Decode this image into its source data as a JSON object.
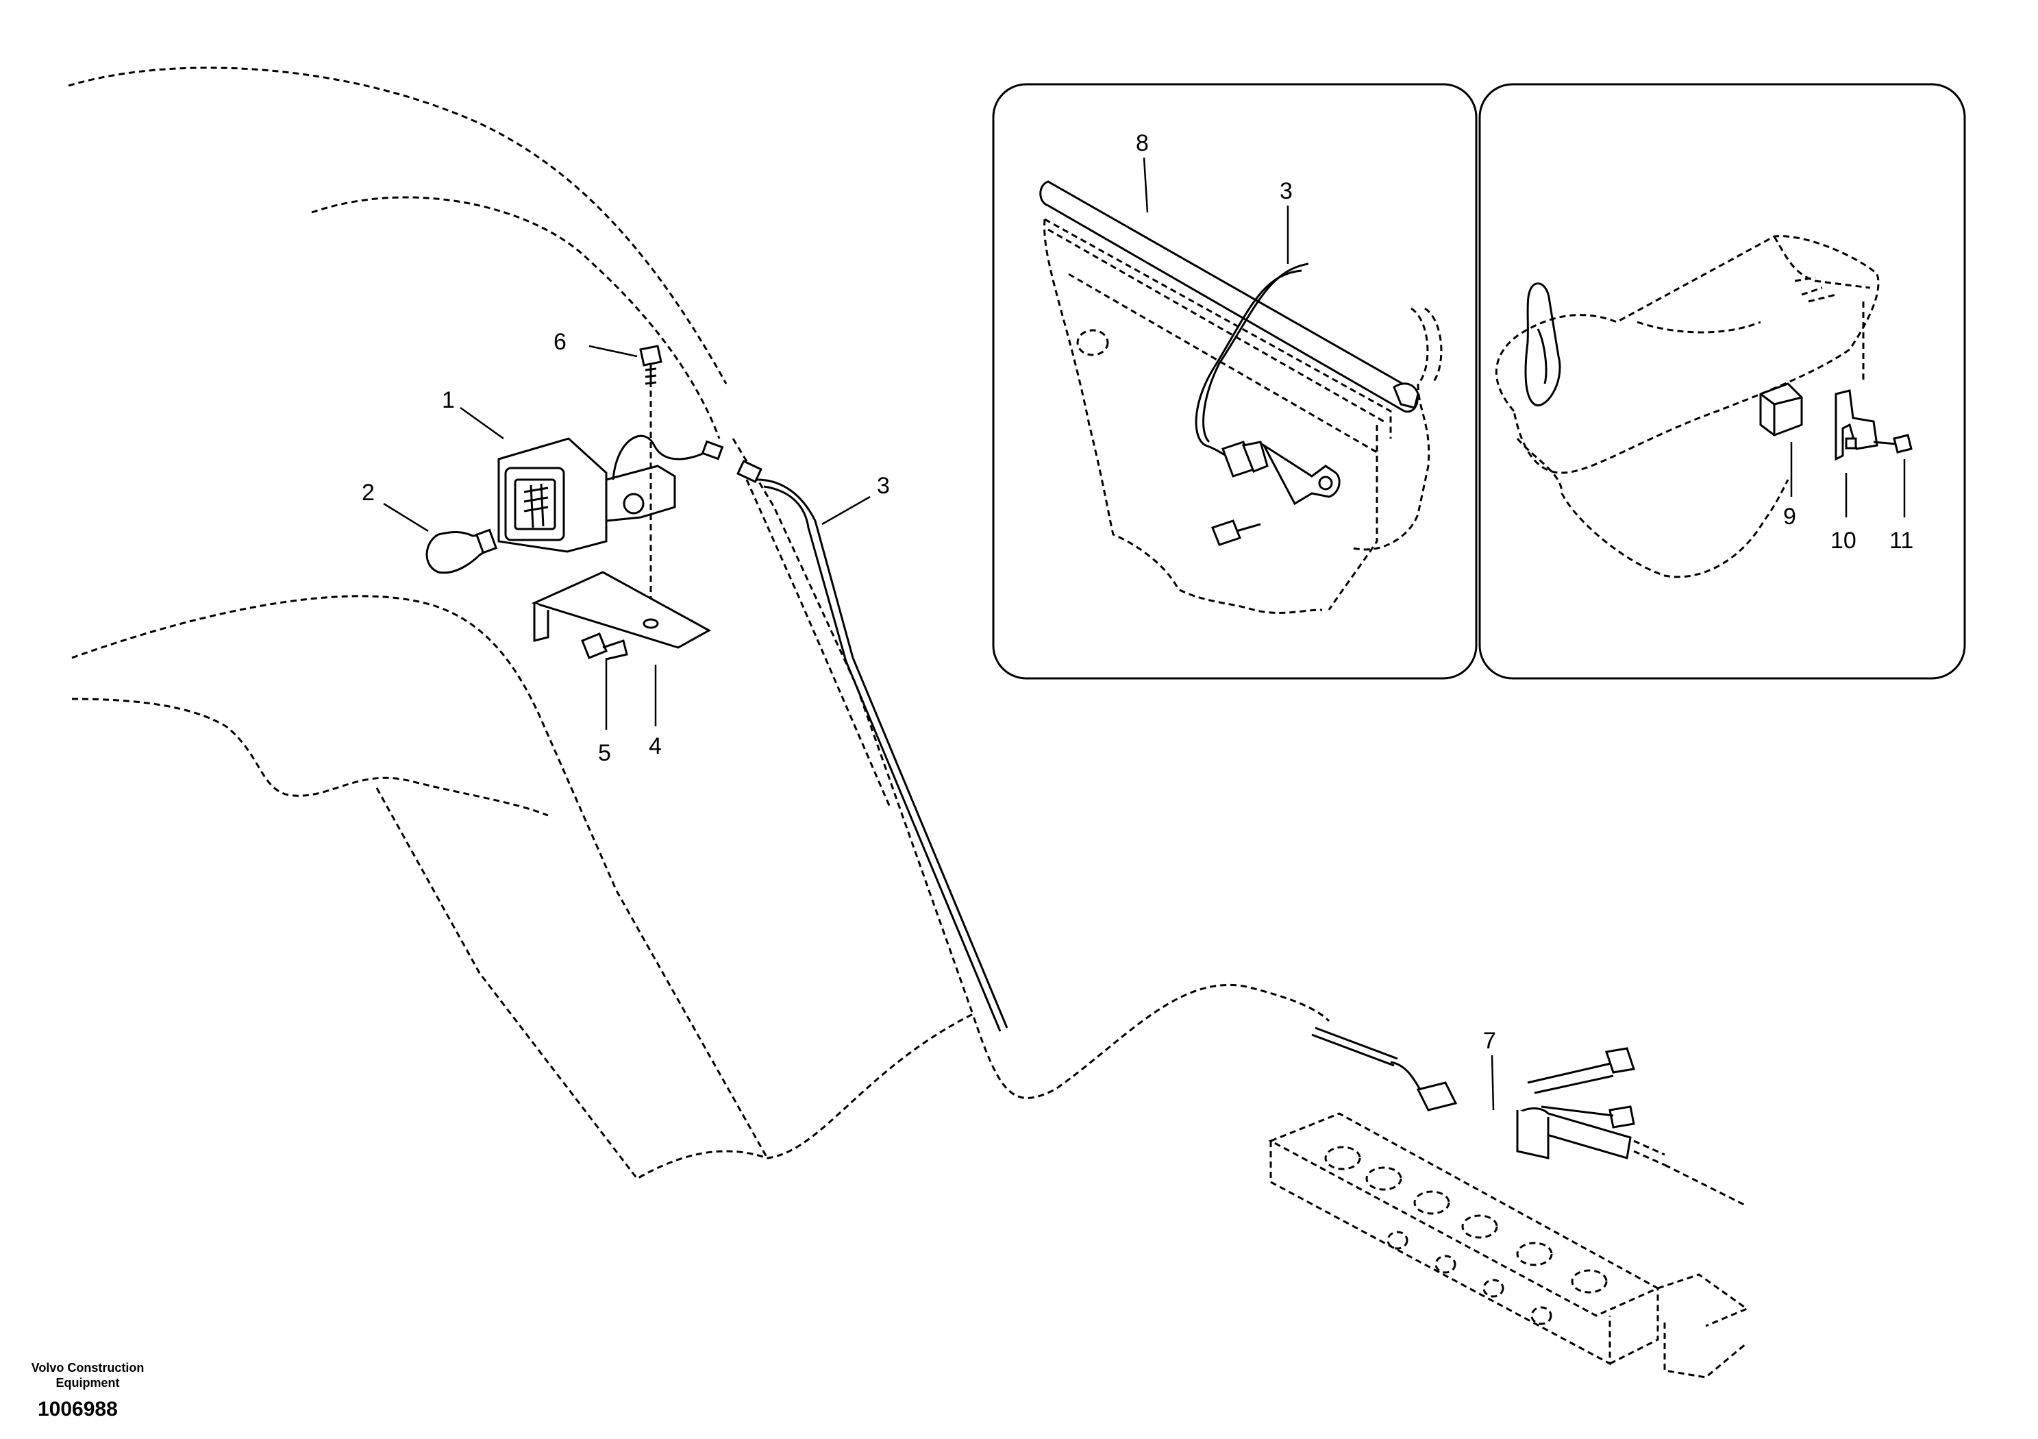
{
  "footer": {
    "company_line1": "Volvo Construction",
    "company_line2": "Equipment",
    "drawing_number": "1006988"
  },
  "callouts": {
    "main": [
      "1",
      "2",
      "3",
      "4",
      "5",
      "6",
      "7"
    ],
    "inset_left": [
      "8",
      "3"
    ],
    "inset_right": [
      "9",
      "10",
      "11"
    ]
  }
}
